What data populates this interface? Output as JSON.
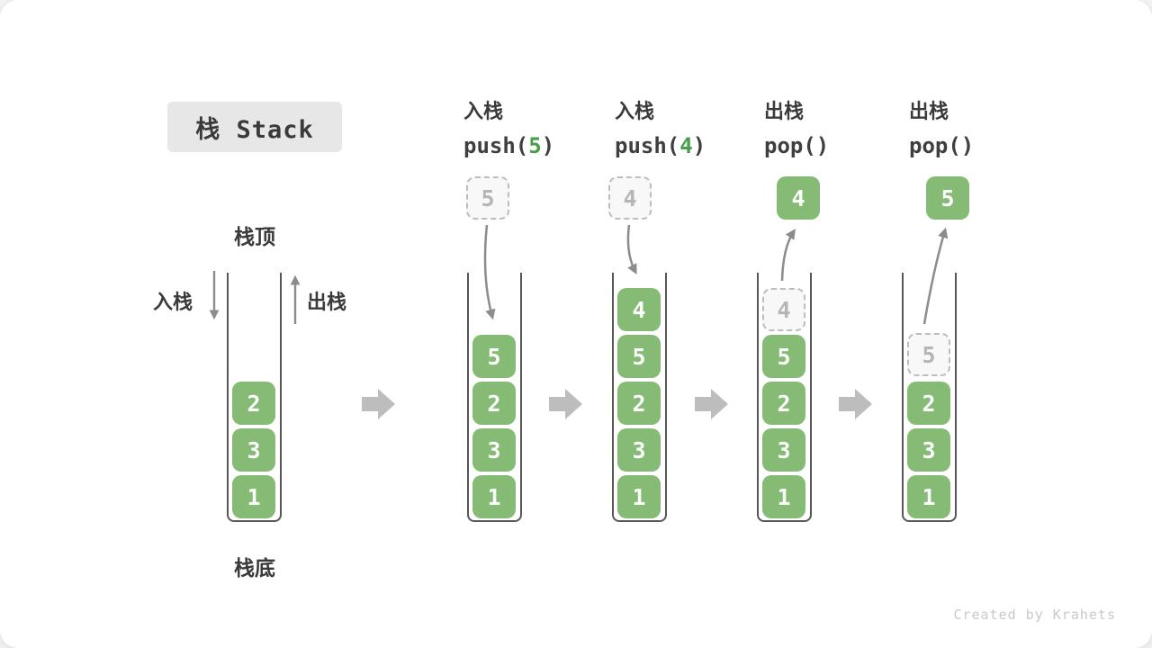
{
  "page": {
    "title_badge": "栈 Stack",
    "watermark": "Created by Krahets"
  },
  "colors": {
    "box_green": "#85bb75",
    "code_green": "#46a049",
    "arrow_gray": "#8c8c8c",
    "big_arrow_gray": "#bdbdbd"
  },
  "stack_labels": {
    "top": "栈顶",
    "bottom": "栈底",
    "push": "入栈",
    "pop": "出栈"
  },
  "steps": [
    {
      "name": "initial",
      "stack": [
        "2",
        "3",
        "1"
      ]
    },
    {
      "name": "push-5",
      "caption_cn": "入栈",
      "code_before": "push(",
      "code_arg": "5",
      "code_after": ")",
      "floating": "5",
      "stack": [
        "5",
        "2",
        "3",
        "1"
      ]
    },
    {
      "name": "push-4",
      "caption_cn": "入栈",
      "code_before": "push(",
      "code_arg": "4",
      "code_after": ")",
      "floating": "4",
      "stack": [
        "4",
        "5",
        "2",
        "3",
        "1"
      ]
    },
    {
      "name": "pop-4",
      "caption_cn": "出栈",
      "code": "pop()",
      "popped": "4",
      "ghost": "4",
      "stack": [
        "5",
        "2",
        "3",
        "1"
      ]
    },
    {
      "name": "pop-5",
      "caption_cn": "出栈",
      "code": "pop()",
      "popped": "5",
      "ghost": "5",
      "stack": [
        "2",
        "3",
        "1"
      ]
    }
  ]
}
